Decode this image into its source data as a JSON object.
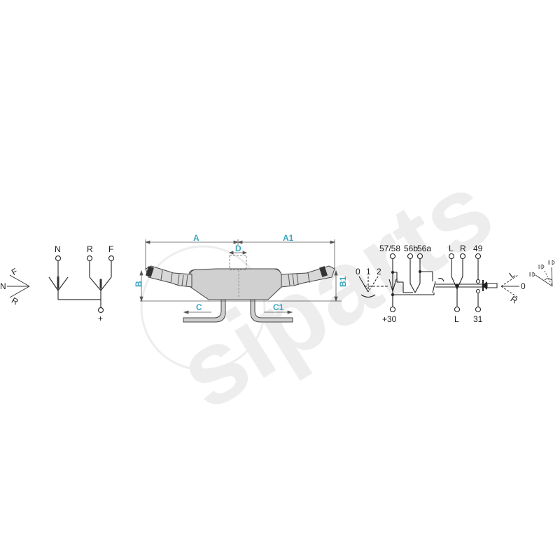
{
  "watermark": {
    "text": "siparts",
    "color": "#e8e8e8"
  },
  "colors": {
    "line": "#222222",
    "dimension": "#3aa6c0",
    "body_fill": "#d2d2d2",
    "background": "#ffffff"
  },
  "left_lever_indicator": {
    "labels": {
      "neutral": "N",
      "forward": "F",
      "reverse": "R"
    }
  },
  "left_schematic": {
    "terminals_top": [
      "N",
      "R",
      "F"
    ],
    "terminal_bottom": "+"
  },
  "switch_drawing": {
    "dimensions": {
      "A": "A",
      "A1": "A1",
      "B": "B",
      "B1": "B1",
      "C": "C",
      "C1": "C1",
      "D": "D"
    }
  },
  "wiper_positions": {
    "labels": [
      "0",
      "1",
      "2"
    ]
  },
  "right_schematic": {
    "terminals_top": [
      "57/58",
      "56b",
      "56a",
      "L",
      "R",
      "49"
    ],
    "terminals_bottom": [
      "+30",
      "L",
      "31"
    ]
  },
  "right_lever_indicator": {
    "labels": {
      "left": "L",
      "off": "0",
      "right": "R"
    }
  },
  "headlight_symbols": [
    "low-beam-icon",
    "high-beam-icon",
    "flash-beam-icon"
  ]
}
